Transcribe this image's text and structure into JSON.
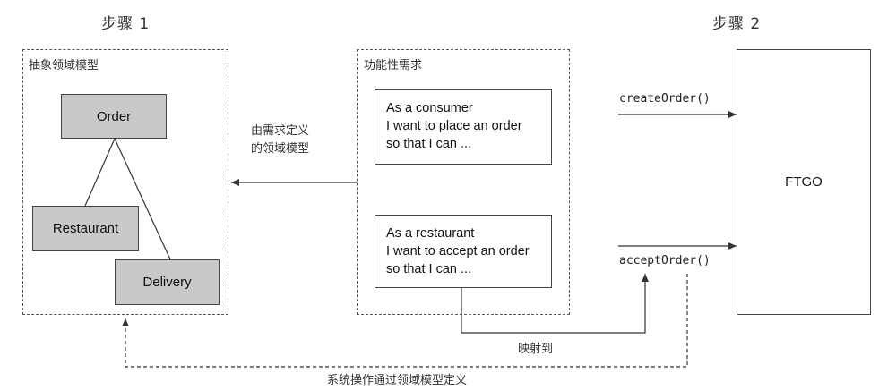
{
  "steps": {
    "step1": "步骤 1",
    "step2": "步骤 2"
  },
  "domain_model": {
    "title": "抽象领域模型",
    "entities": {
      "order": "Order",
      "restaurant": "Restaurant",
      "delivery": "Delivery"
    }
  },
  "requirements": {
    "title": "功能性需求",
    "stories": [
      {
        "lines": [
          "As a consumer",
          "I want to place an order",
          "so that I can ..."
        ]
      },
      {
        "lines": [
          "As a restaurant",
          "I want to accept an order",
          "so that I can ..."
        ]
      }
    ]
  },
  "labels": {
    "defined_by_requirements": [
      "由需求定义",
      "的领域模型"
    ],
    "maps_to": "映射到",
    "system_ops_defined": "系统操作通过领域模型定义"
  },
  "system": {
    "name": "FTGO",
    "operations": {
      "create": "createOrder()",
      "accept": "acceptOrder()"
    }
  }
}
